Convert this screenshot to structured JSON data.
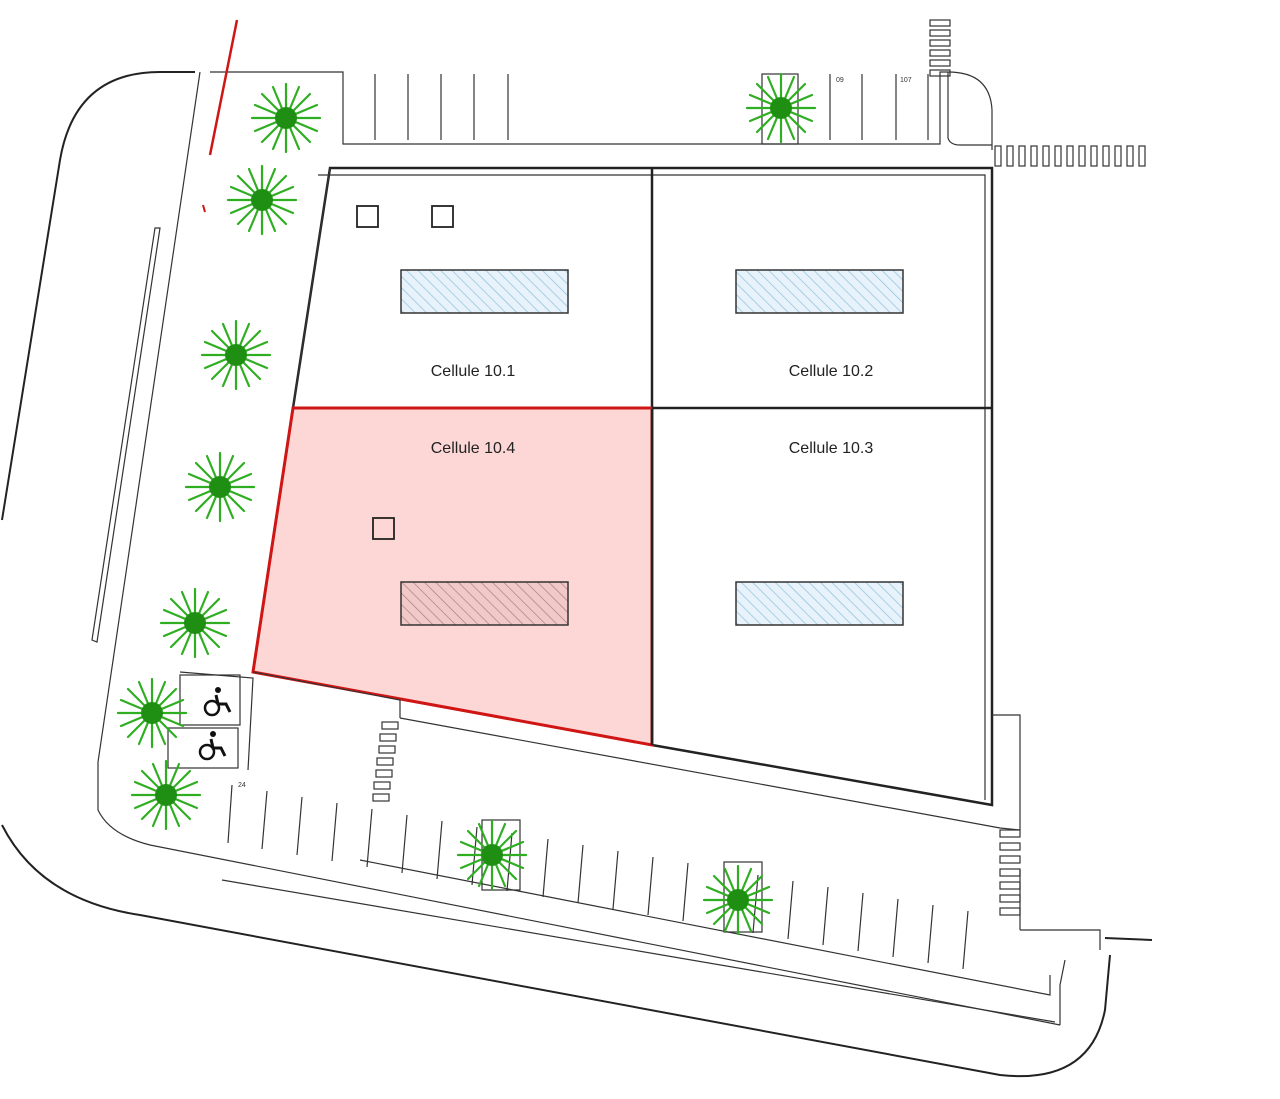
{
  "plan": {
    "cells": [
      {
        "id": "10.1",
        "label": "Cellule 10.1",
        "highlighted": false
      },
      {
        "id": "10.2",
        "label": "Cellule 10.2",
        "highlighted": false
      },
      {
        "id": "10.3",
        "label": "Cellule 10.3",
        "highlighted": false
      },
      {
        "id": "10.4",
        "label": "Cellule 10.4",
        "highlighted": true
      }
    ],
    "parking_numbers": {
      "top_a": "09",
      "top_b": "107",
      "left_bottom": "24"
    },
    "colors": {
      "highlight_fill": "#fdd6d6",
      "highlight_stroke": "#d01515",
      "tree": "#2fae22",
      "hatch_blue": "#8fc0e0",
      "hatch_box_fill": "#e7f2fa",
      "line": "#222222"
    },
    "icons": [
      "tree-icon",
      "wheelchair-icon",
      "crosswalk-icon"
    ]
  }
}
